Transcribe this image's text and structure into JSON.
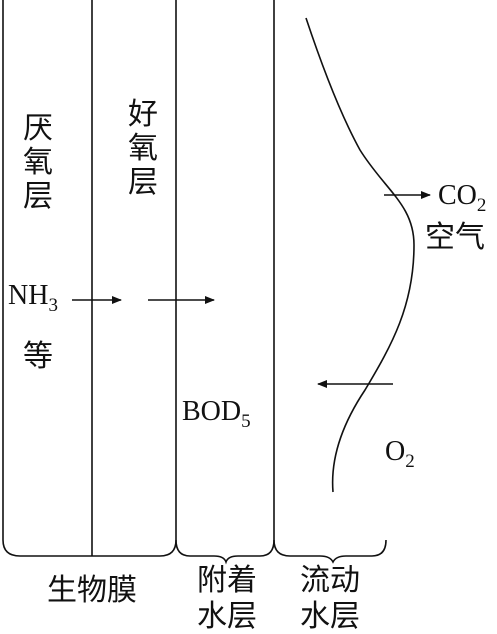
{
  "layers": {
    "anaerobic": [
      "厌",
      "氧",
      "层"
    ],
    "aerobic": [
      "好",
      "氧",
      "层"
    ]
  },
  "species": {
    "nh3_main": "NH",
    "nh3_sub": "3",
    "deng": "等",
    "bod_main": "BOD",
    "bod_sub": "5",
    "co2_main": "CO",
    "co2_sub": "2",
    "air": "空气",
    "o2_main": "O",
    "o2_sub": "2"
  },
  "bottom": {
    "biofilm": "生物膜",
    "attached_water": [
      "附着",
      "水层"
    ],
    "flowing_water": [
      "流动",
      "水层"
    ]
  }
}
